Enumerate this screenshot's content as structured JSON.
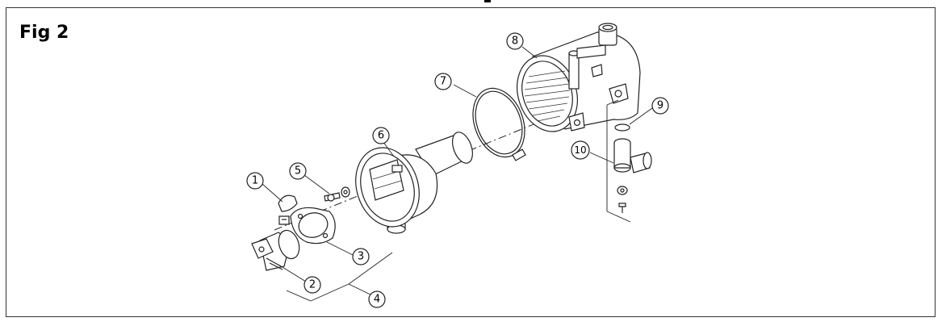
{
  "figure": {
    "title": "Fig 2",
    "callouts": [
      "1",
      "2",
      "3",
      "4",
      "5",
      "6",
      "7",
      "8",
      "9",
      "10"
    ]
  }
}
